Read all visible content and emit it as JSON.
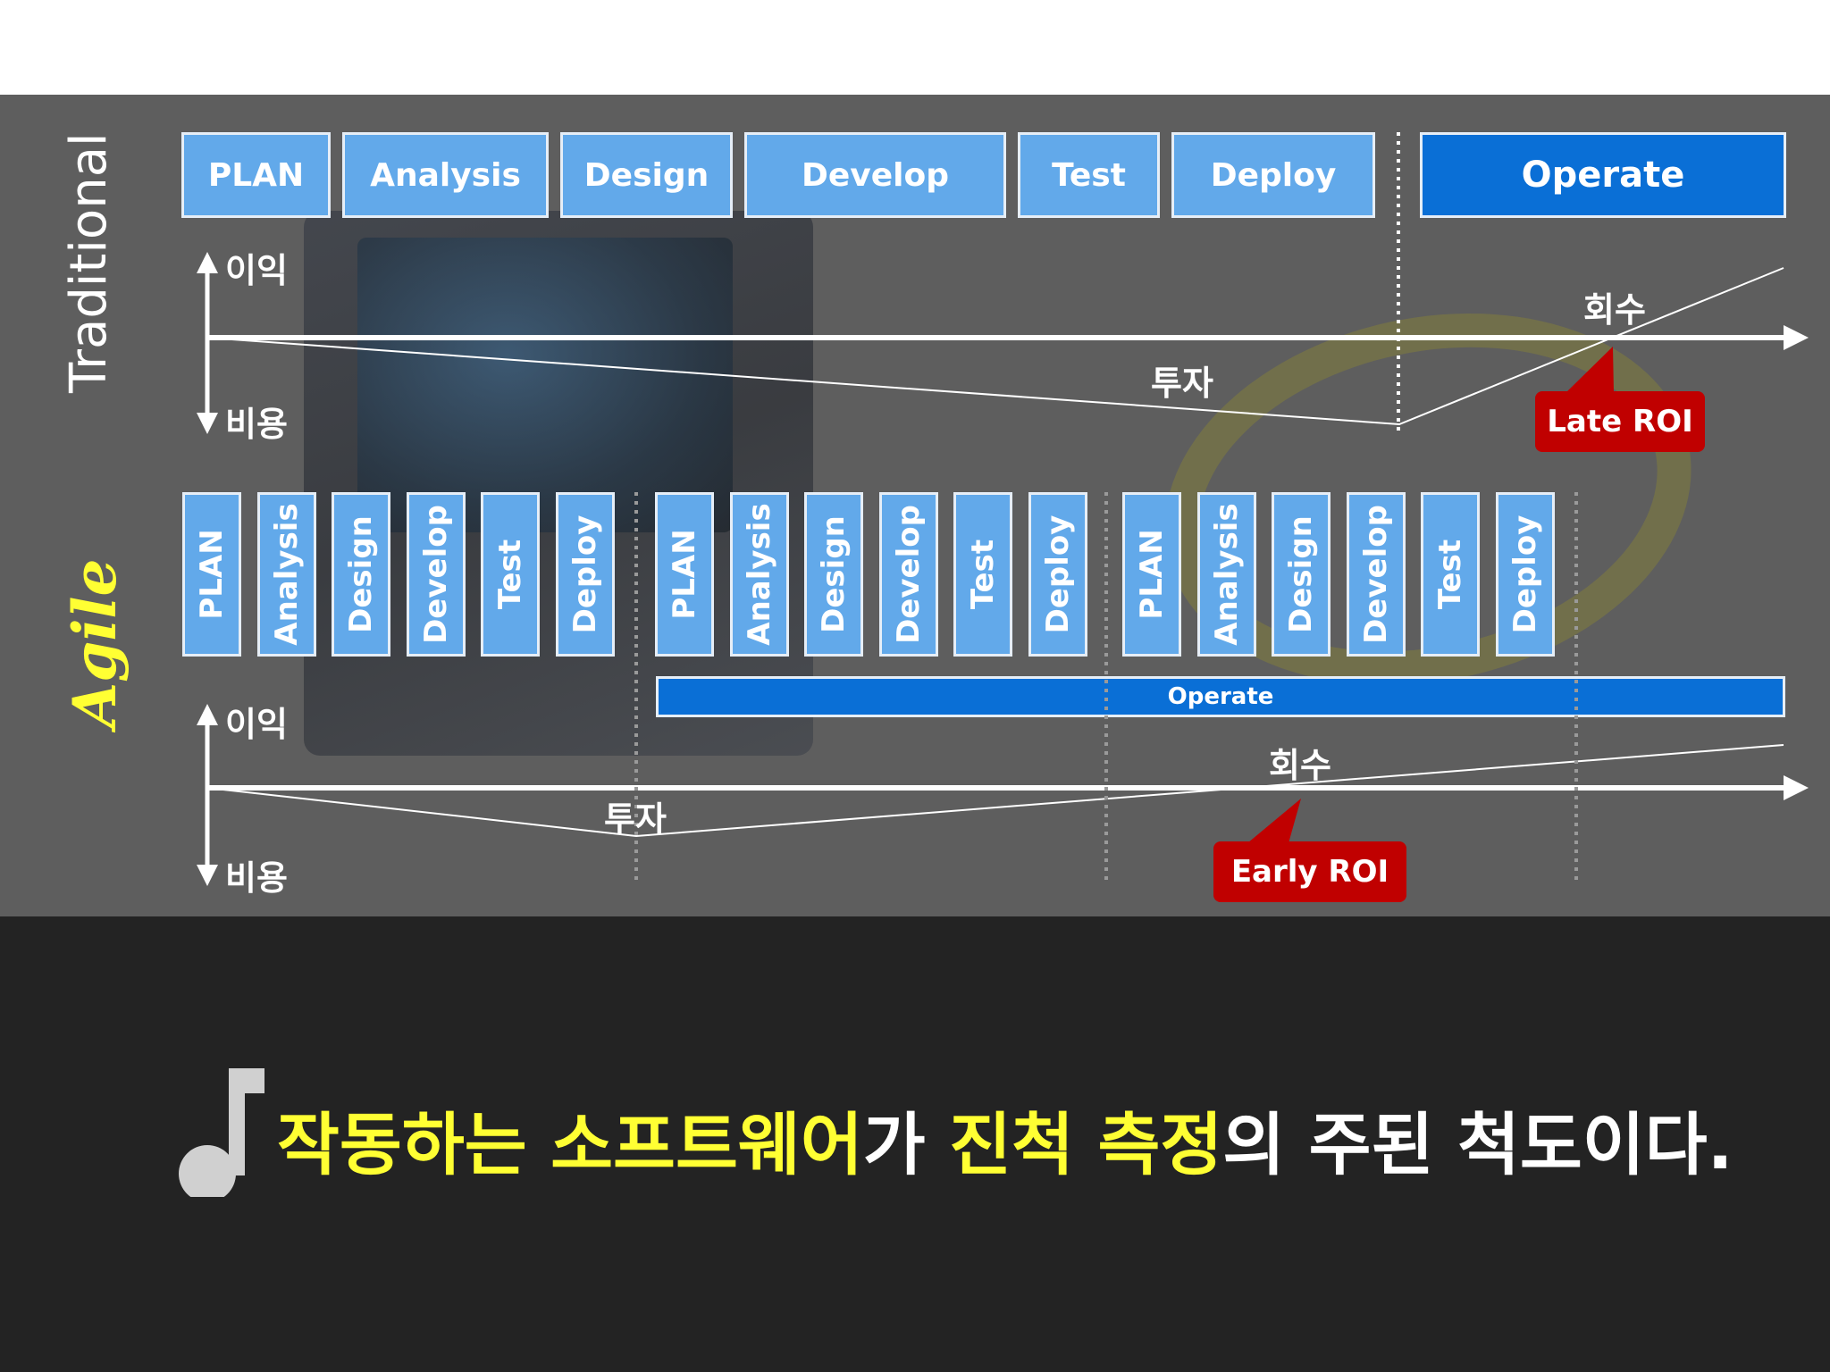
{
  "traditional": {
    "label": "Traditional",
    "phases": [
      "PLAN",
      "Analysis",
      "Design",
      "Develop",
      "Test",
      "Deploy"
    ],
    "operate": "Operate",
    "axis_top": "이익",
    "axis_bottom": "비용",
    "return_label": "회수",
    "invest_label": "투자",
    "roi_label": "Late ROI"
  },
  "agile": {
    "label": "Agile",
    "iterations": [
      [
        "PLAN",
        "Analysis",
        "Design",
        "Develop",
        "Test",
        "Deploy"
      ],
      [
        "PLAN",
        "Analysis",
        "Design",
        "Develop",
        "Test",
        "Deploy"
      ],
      [
        "PLAN",
        "Analysis",
        "Design",
        "Develop",
        "Test",
        "Deploy"
      ]
    ],
    "operate": "Operate",
    "axis_top": "이익",
    "axis_bottom": "비용",
    "return_label": "회수",
    "invest_label": "투자",
    "roi_label": "Early ROI"
  },
  "caption": {
    "part1": "작동하는 소프트웨어",
    "part2": "가 ",
    "part3": "진척 측정",
    "part4": "의 주된 척도이다."
  },
  "icons": {
    "note": "music-note-icon"
  },
  "colors": {
    "phase": "#62a9ea",
    "operate": "#0a6fd6",
    "roi": "#c00000",
    "highlight": "#ffff33"
  }
}
